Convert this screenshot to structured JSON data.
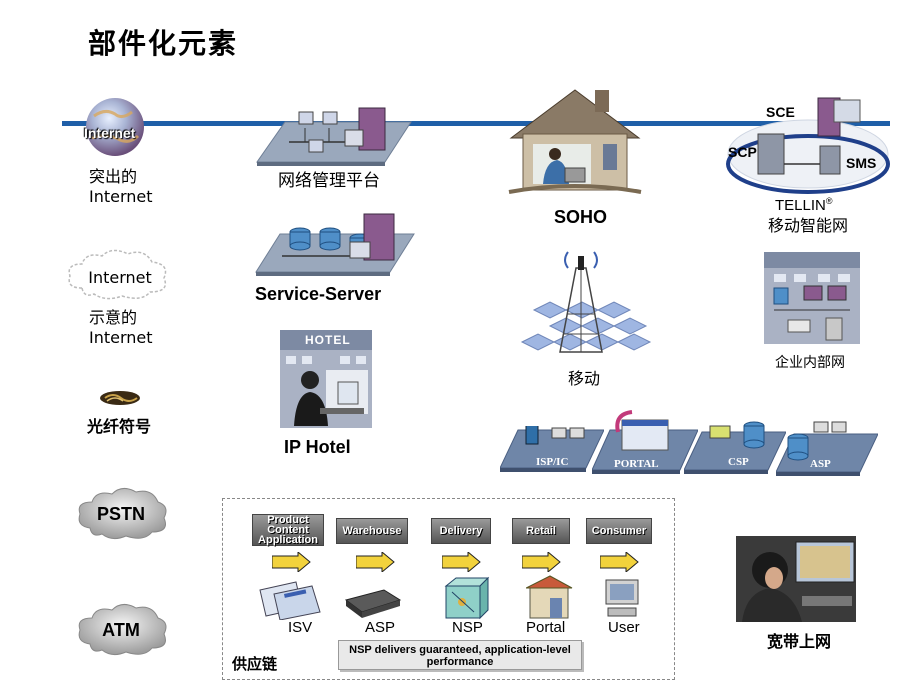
{
  "title": "部件化元素",
  "left_column": {
    "internet_globe_label": "Internet",
    "internet_globe_caption_1": "突出的",
    "internet_globe_caption_2": "Internet",
    "internet_cloud_label": "Internet",
    "internet_cloud_caption_1": "示意的",
    "internet_cloud_caption_2": "Internet",
    "fiber_caption": "光纤符号",
    "pstn_label": "PSTN",
    "atm_label": "ATM"
  },
  "center_column": {
    "network_mgmt_label": "网络管理平台",
    "service_server_label": "Service-Server",
    "ip_hotel_label": "IP Hotel",
    "hotel_sign": "HOTEL"
  },
  "right_center": {
    "soho_label": "SOHO",
    "mobile_label": "移动"
  },
  "right_column": {
    "sce_label": "SCE",
    "scp_label": "SCP",
    "sms_label": "SMS",
    "tellin_label": "TELLIN",
    "tellin_reg": "®",
    "tellin_caption": "移动智能网",
    "enterprise_label": "企业内部网",
    "broadband_label": "宽带上网"
  },
  "platforms": [
    {
      "label": "ISP/IC"
    },
    {
      "label": "PORTAL"
    },
    {
      "label": "CSP"
    },
    {
      "label": "ASP"
    }
  ],
  "supply_chain": {
    "caption": "供应链",
    "steps": [
      {
        "label_1": "Product",
        "label_2": "Content",
        "label_3": "Application",
        "bottom": "ISV"
      },
      {
        "label_1": "Warehouse",
        "label_2": "",
        "label_3": "",
        "bottom": "ASP"
      },
      {
        "label_1": "Delivery",
        "label_2": "",
        "label_3": "",
        "bottom": "NSP"
      },
      {
        "label_1": "Retail",
        "label_2": "",
        "label_3": "",
        "bottom": "Portal"
      },
      {
        "label_1": "Consumer",
        "label_2": "",
        "label_3": "",
        "bottom": "User"
      }
    ],
    "nsp_note_1": "NSP delivers guaranteed, application-level",
    "nsp_note_2": "performance"
  },
  "colors": {
    "line_blue": "#1f5fa8",
    "platform_blue": "#6f86a8",
    "arrow_yellow": "#f2d23c"
  }
}
